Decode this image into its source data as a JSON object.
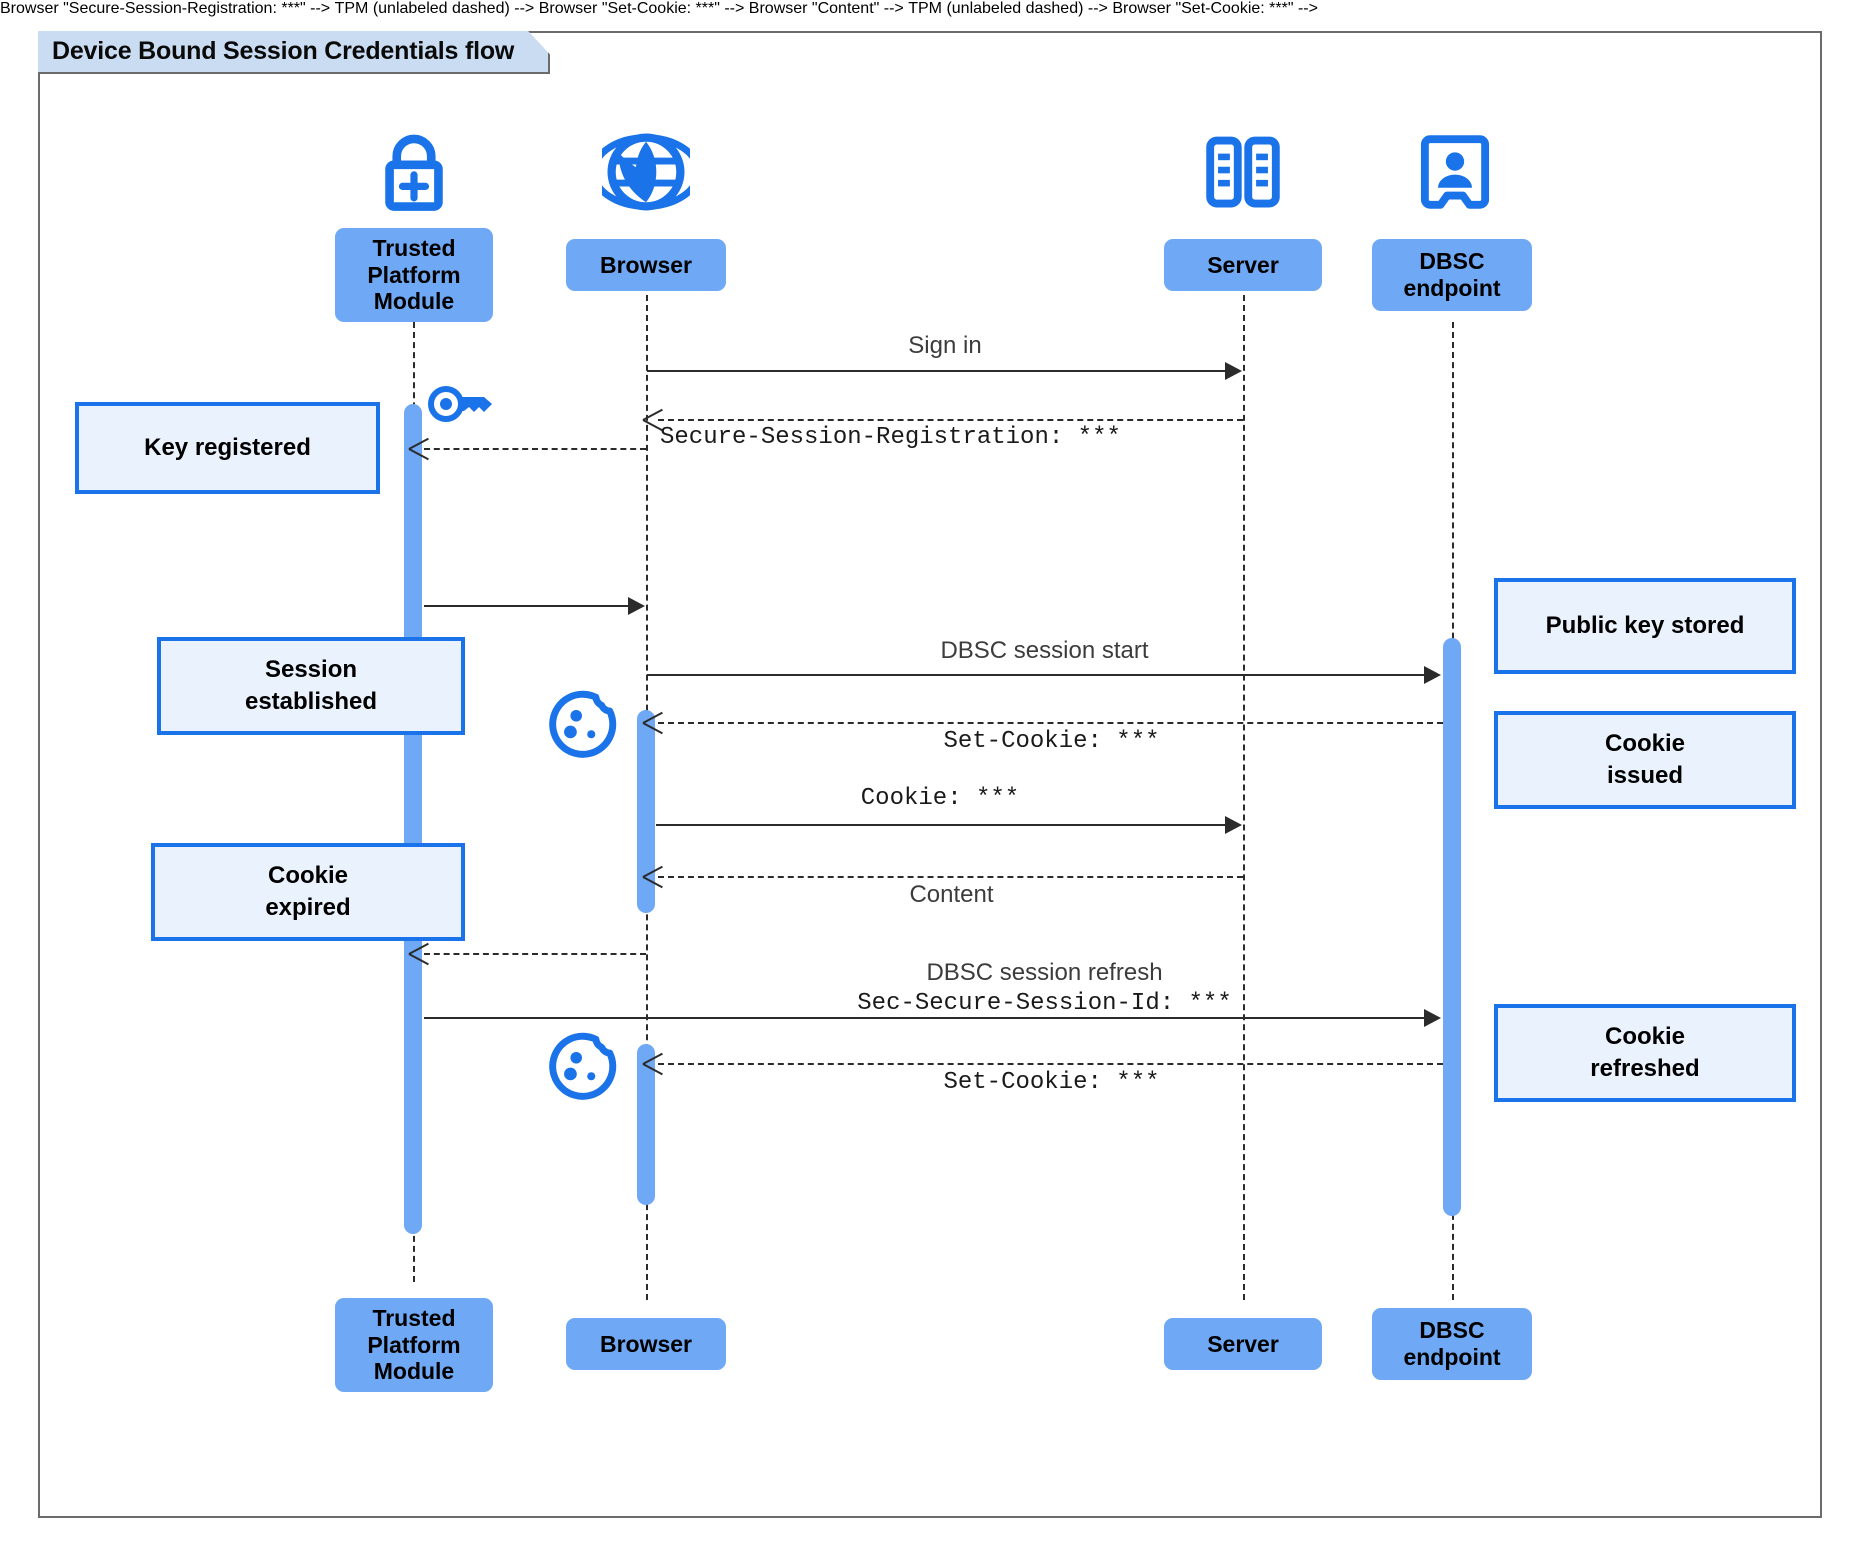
{
  "diagram": {
    "type": "uml-sequence",
    "title": "Device Bound Session Credentials flow"
  },
  "participants": [
    {
      "id": "tpm",
      "label": "Trusted\nPlatform\nModule",
      "icon": "lock-plus-icon"
    },
    {
      "id": "browser",
      "label": "Browser",
      "icon": "globe-icon"
    },
    {
      "id": "server",
      "label": "Server",
      "icon": "server-rack-icon"
    },
    {
      "id": "dbsc",
      "label": "DBSC\nendpoint",
      "icon": "id-badge-icon"
    }
  ],
  "messages": [
    {
      "id": "m1",
      "from": "browser",
      "to": "server",
      "label": "Sign in",
      "style": "solid",
      "font": "sans"
    },
    {
      "id": "m2",
      "from": "server",
      "to": "browser",
      "label": "Secure-Session-Registration: ***",
      "style": "dashed",
      "font": "mono"
    },
    {
      "id": "m3",
      "from": "browser",
      "to": "tpm",
      "label": "",
      "style": "dashed",
      "font": "sans"
    },
    {
      "id": "m4",
      "from": "tpm",
      "to": "browser",
      "label": "",
      "style": "solid",
      "font": "sans"
    },
    {
      "id": "m5",
      "from": "browser",
      "to": "dbsc",
      "label": "DBSC session start",
      "style": "solid",
      "font": "sans"
    },
    {
      "id": "m6",
      "from": "dbsc",
      "to": "browser",
      "label": "Set-Cookie: ***",
      "style": "dashed",
      "font": "mono"
    },
    {
      "id": "m7",
      "from": "browser",
      "to": "server",
      "label": "Cookie: ***",
      "style": "solid",
      "font": "mono"
    },
    {
      "id": "m8",
      "from": "server",
      "to": "browser",
      "label": "Content",
      "style": "dashed",
      "font": "sans"
    },
    {
      "id": "m9",
      "from": "browser",
      "to": "tpm",
      "label": "",
      "style": "dashed",
      "font": "sans"
    },
    {
      "id": "m10",
      "from": "tpm",
      "to": "dbsc",
      "label": "DBSC session refresh",
      "label2": "Sec-Secure-Session-Id: ***",
      "style": "solid",
      "font": "sans"
    },
    {
      "id": "m11",
      "from": "dbsc",
      "to": "browser",
      "label": "Set-Cookie: ***",
      "style": "dashed",
      "font": "mono"
    }
  ],
  "notes": [
    {
      "id": "n1",
      "side": "left",
      "text": "Key registered",
      "lines": [
        "Key registered"
      ]
    },
    {
      "id": "n2",
      "side": "left",
      "text": "Session established",
      "lines": [
        "Session",
        "established"
      ]
    },
    {
      "id": "n3",
      "side": "left",
      "text": "Cookie expired",
      "lines": [
        "Cookie",
        "expired"
      ]
    },
    {
      "id": "n4",
      "side": "right",
      "text": "Public key stored",
      "lines": [
        "Public key stored"
      ]
    },
    {
      "id": "n5",
      "side": "right",
      "text": "Cookie issued",
      "lines": [
        "Cookie",
        "issued"
      ]
    },
    {
      "id": "n6",
      "side": "right",
      "text": "Cookie refreshed",
      "lines": [
        "Cookie",
        "refreshed"
      ]
    }
  ],
  "inline_icons": [
    {
      "id": "key1",
      "name": "key-icon",
      "near": "tpm"
    },
    {
      "id": "cookie1",
      "name": "cookie-icon",
      "near": "browser"
    },
    {
      "id": "cookie2",
      "name": "cookie-icon",
      "near": "browser"
    }
  ],
  "colors": {
    "participant_fill": "#6fa8f5",
    "note_fill": "#eaf2fd",
    "note_border": "#1a73e8",
    "icon_blue": "#1a73e8",
    "line": "#2b2b2b",
    "frame_border": "#6b6b6b",
    "title_fill": "#c9dcf2"
  }
}
